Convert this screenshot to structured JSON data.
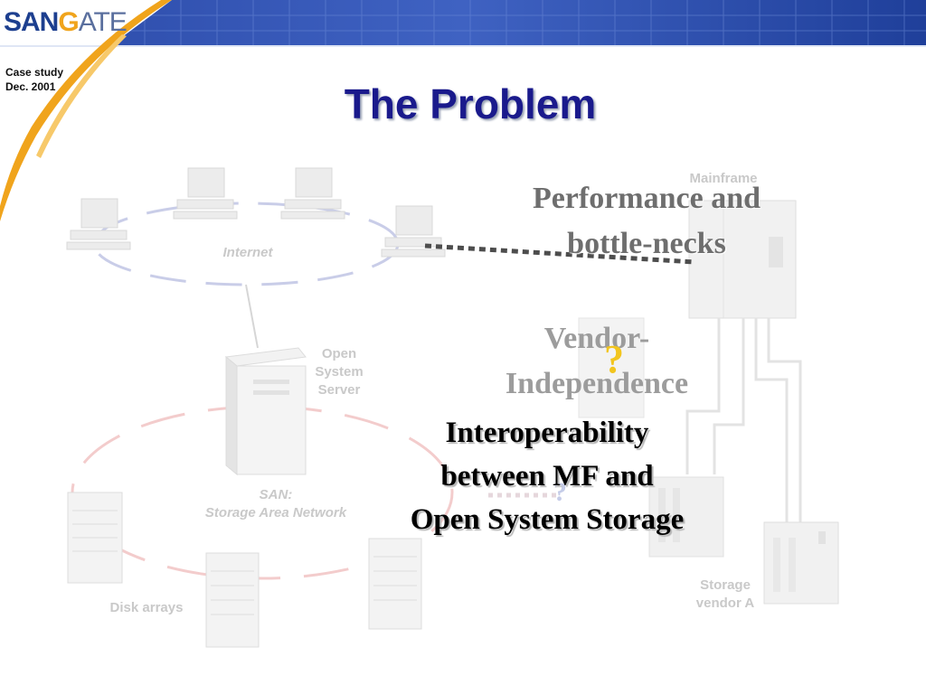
{
  "logo": {
    "text_san": "SAN",
    "text_g": "G",
    "text_ate": "ATE"
  },
  "case_study": {
    "line1": "Case study",
    "line2": "Dec. 2001"
  },
  "title": "The Problem",
  "diagram_labels": {
    "mainframe": "Mainframe",
    "internet": "Internet",
    "open_system_server": [
      "Open",
      "System",
      "Server"
    ],
    "san": [
      "SAN:",
      "Storage Area Network"
    ],
    "disk_arrays": "Disk arrays",
    "storage_vendor": [
      "Storage",
      "vendor A"
    ]
  },
  "callouts": {
    "performance": [
      "Performance and",
      "bottle-necks"
    ],
    "vendor": [
      "Vendor-",
      "Independence"
    ],
    "interop": [
      "Interoperability",
      "between MF and",
      "Open System Storage"
    ],
    "question_mark": "?"
  },
  "colors": {
    "title": "#1a1a8c",
    "header_blue": "#1f3f9a",
    "orange_swoosh": "#f0a41c",
    "question_mark": "#f2c51e"
  }
}
